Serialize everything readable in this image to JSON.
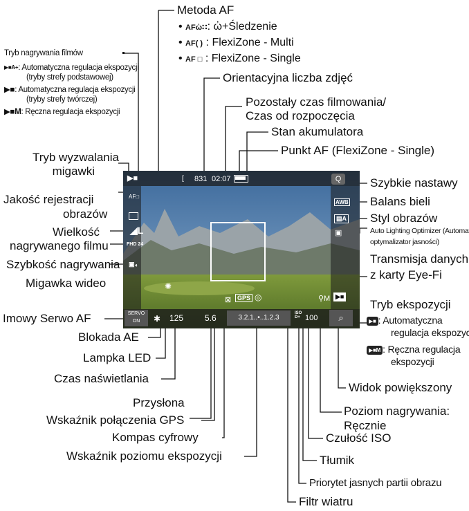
{
  "top_labels": {
    "metoda_af": "Metoda AF",
    "af_modes": [
      {
        "icon": "AFὠ∷",
        "text": ": ὠ+Śledzenie"
      },
      {
        "icon": "AF( )",
        "text": ": FlexiZone - Multi"
      },
      {
        "icon": "AF □",
        "text": ": FlexiZone - Single"
      }
    ],
    "orientacyjna": "Orientacyjna liczba zdjęć",
    "pozostaly": "Pozostały czas filmowania/",
    "czas_od": "Czas od rozpoczęcia",
    "stan": "Stan akumulatora",
    "punkt_af": "Punkt AF (FlexiZone - Single)"
  },
  "movie_mode_block": {
    "title": "Tryb nagrywania filmów",
    "a_plus": "A+",
    "auto_basic_1": ": Automatyczna regulacja ekspozycji",
    "auto_basic_2": "(tryby strefy podstawowej)",
    "auto_creative_1": ": Automatyczna regulacja ekspozycji",
    "auto_creative_2": "(tryby strefy twórczej)",
    "m": "M",
    "manual": ": Ręczna regulacja ekspozycji"
  },
  "left_labels": {
    "tryb_wyzw_1": "Tryb wyzwalania",
    "tryb_wyzw_2": "migawki",
    "jakosc_1": "Jakość rejestracji",
    "jakosc_2": "obrazów",
    "wielkosc_1": "Wielkość",
    "wielkosc_2": "nagrywanego filmu",
    "szybkosc": "Szybkość nagrywania",
    "migawka": "Migawka wideo",
    "serwo": "Imowy Serwo AF",
    "blokada": "Blokada AE",
    "lampka": "Lampka LED",
    "czas_nasw": "Czas naświetlania",
    "przyslona": "Przysłona",
    "gps": "Wskaźnik połączenia GPS",
    "kompas": "Kompas cyfrowy",
    "poziom_eksp": "Wskaźnik poziomu ekspozycji"
  },
  "right_labels": {
    "szybkie": "Szybkie nastawy",
    "balans": "Balans bieli",
    "styl": "Styl obrazów",
    "alo_1": "Auto Lighting Optimizer (Automatyczny",
    "alo_2": "optymalizator jasności)",
    "transmisja_1": "Transmisja danych",
    "transmisja_2": "z karty Eye-Fi",
    "tryb_eksp": "Tryb ekspozycji",
    "auto_1": ": Automatyczna",
    "auto_2": "regulacja ekspozycji",
    "manual_1": ": Ręczna regulacja",
    "manual_2": "ekspozycji",
    "widok": "Widok powiększony",
    "poziom_nagr_1": "Poziom nagrywania:",
    "poziom_nagr_2": "Ręcznie",
    "czulosc": "Czułość ISO",
    "tlumik": "Tłumik",
    "priorytet": "Priorytet jasnych partii obrazu",
    "filtr": "Filtr wiatru"
  },
  "screen": {
    "shots": "831",
    "time": "02:07",
    "af_icon": "AF□",
    "shutter": "125",
    "aperture": "5.6",
    "scale": "3.2.1..•..1.2.3",
    "iso": "100",
    "servo_1": "SERVO",
    "servo_2": "ON",
    "q": "Q",
    "awb": "AWB",
    "gps": "GPS",
    "size": "FHD",
    "fps": "24",
    "bracket_l": "[",
    "zoom": "⌕"
  },
  "colors": {
    "sky": "#5b82b0",
    "overlay_bg": "#2a2a2a"
  }
}
